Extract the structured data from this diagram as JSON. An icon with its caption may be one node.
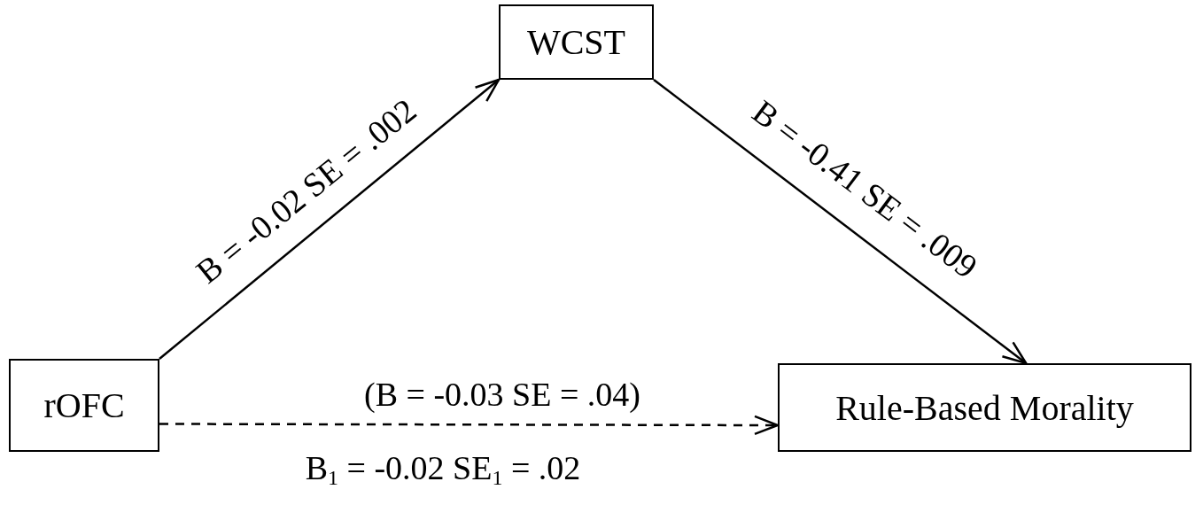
{
  "diagram": {
    "nodes": [
      {
        "text": [
          "rOFC"
        ]
      },
      {
        "text": [
          "WCST"
        ]
      },
      {
        "text": [
          "Rule-Based Morality"
        ]
      }
    ],
    "edges": [
      {
        "from": 0,
        "to": 1,
        "arrow": "to",
        "label": "B = -0.02 SE = .002"
      },
      {
        "from": 1,
        "to": 2,
        "arrow": "to",
        "label": "B = -0.41 SE = .009"
      },
      {
        "from": 0,
        "to": 2,
        "arrow": "to",
        "style": "dashed",
        "label": "(B = -0.03 SE = .04)"
      }
    ],
    "labels": [
      "B$_{1}$ = -0.02 SE$_{1}$ = .02"
    ]
  }
}
